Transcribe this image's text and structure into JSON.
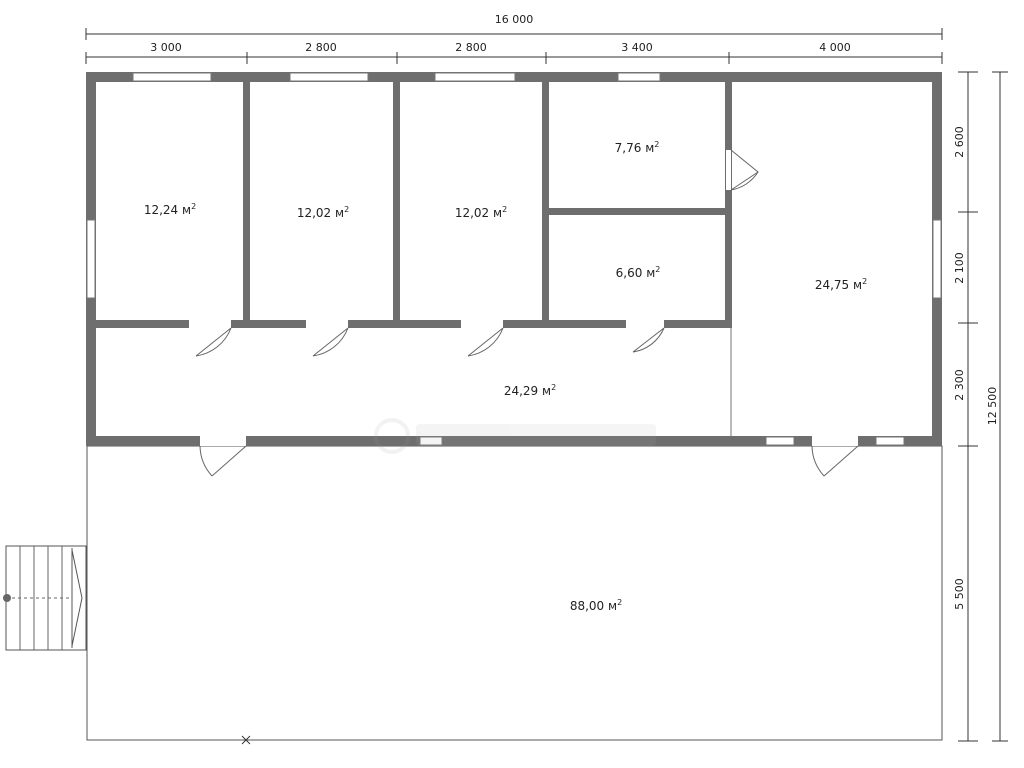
{
  "dimensions": {
    "total_width": "16 000",
    "segments_top": [
      "3 000",
      "2 800",
      "2 800",
      "3 400",
      "4 000"
    ],
    "segments_right": [
      "2 600",
      "2 100",
      "2 300",
      "5 500"
    ],
    "total_height": "12 500"
  },
  "rooms": [
    {
      "id": "room-1",
      "area": "12,24 м",
      "sup": "2"
    },
    {
      "id": "room-2",
      "area": "12,02 м",
      "sup": "2"
    },
    {
      "id": "room-3",
      "area": "12,02 м",
      "sup": "2"
    },
    {
      "id": "room-4",
      "area": "7,76 м",
      "sup": "2"
    },
    {
      "id": "room-5",
      "area": "6,60 м",
      "sup": "2"
    },
    {
      "id": "room-6",
      "area": "24,75 м",
      "sup": "2"
    },
    {
      "id": "corridor",
      "area": "24,29 м",
      "sup": "2"
    },
    {
      "id": "terrace",
      "area": "88,00 м",
      "sup": "2"
    }
  ]
}
